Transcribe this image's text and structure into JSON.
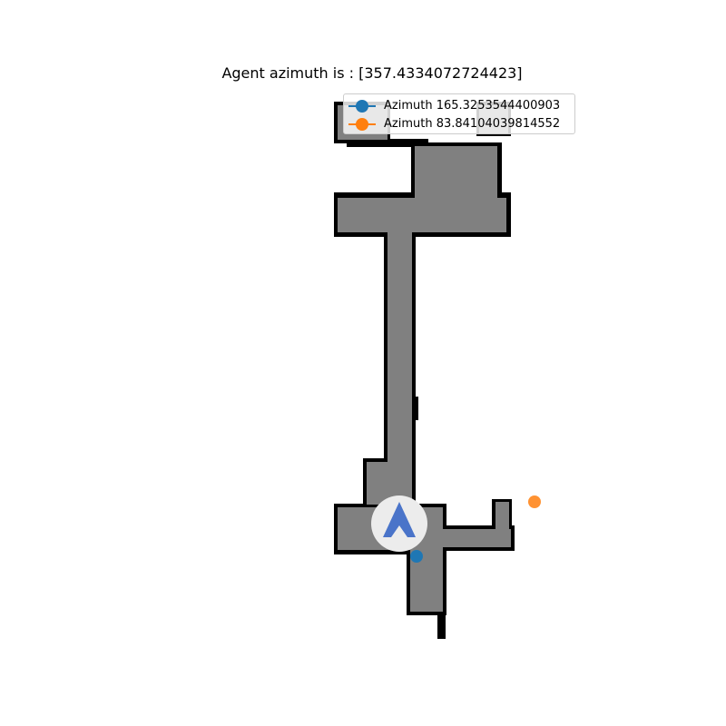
{
  "title": "Agent azimuth is : [357.4334072724423]",
  "legend": [
    {
      "label": "Azimuth 165.3253544400903",
      "color": "#1f77b4"
    },
    {
      "label": "Azimuth 83.84104039814552",
      "color": "#ff7f0e"
    }
  ],
  "colors": {
    "floor": "#808080",
    "wall": "#000000",
    "agent_halo": "#e8e8e8",
    "agent_arrow": "#4a74c9"
  },
  "icons": {
    "agent": "agent-arrow-icon"
  }
}
